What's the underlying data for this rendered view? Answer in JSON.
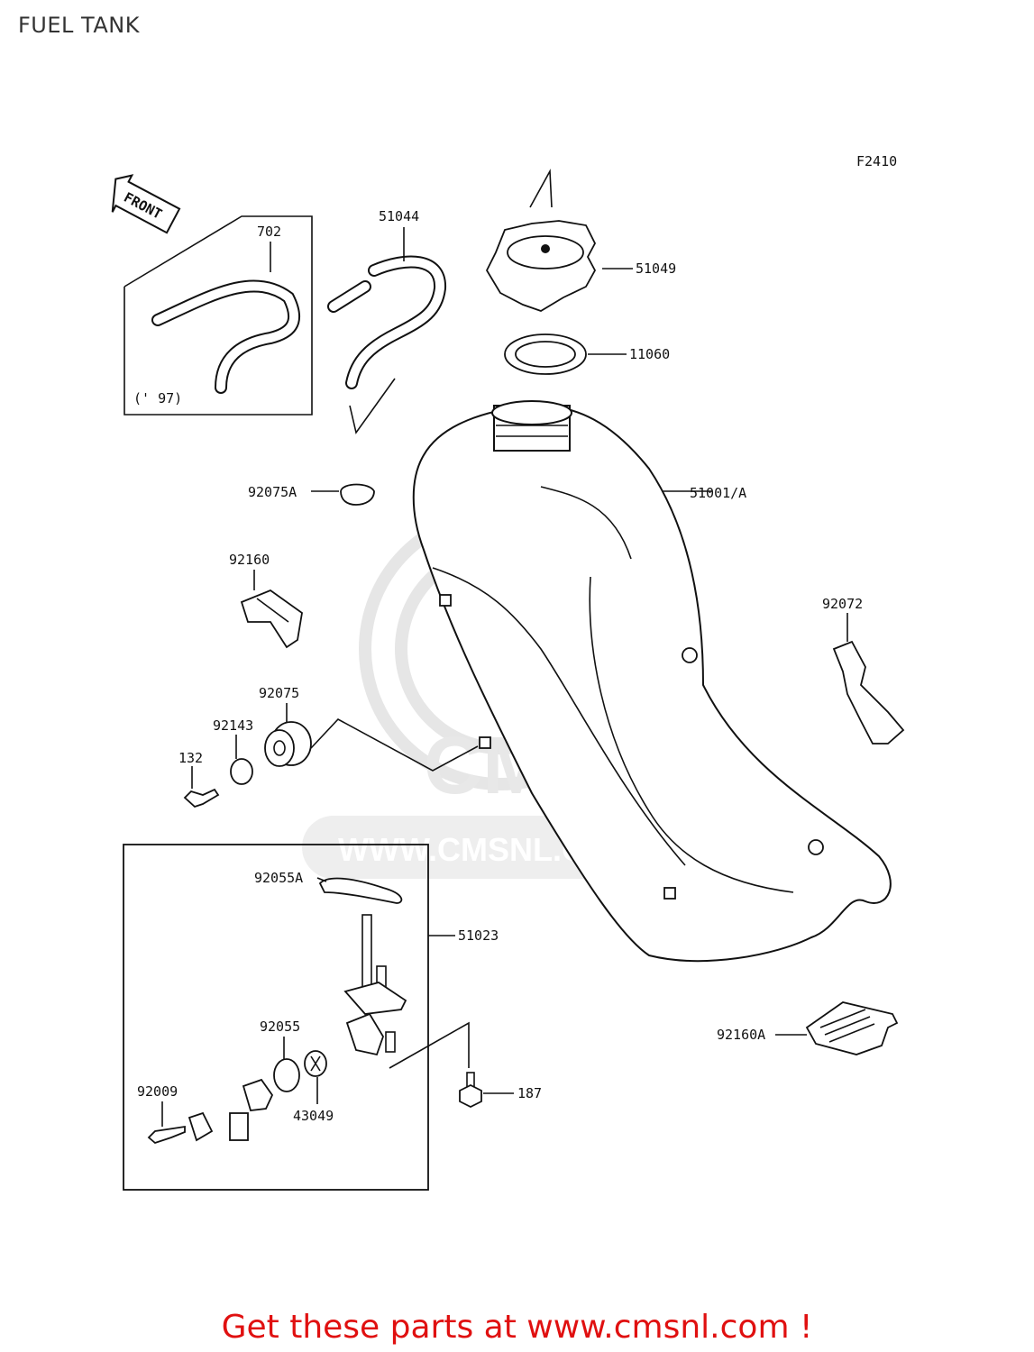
{
  "page": {
    "title": "FUEL TANK",
    "footer": "Get these parts at www.cmsnl.com !"
  },
  "diagram": {
    "figure_code": "F2410",
    "front_arrow": "FRONT",
    "year_note": "(' 97)",
    "watermark_brand": "CMS",
    "watermark_url": "WWW.CMSNL.COM",
    "part_labels": {
      "p702": "702",
      "p51044": "51044",
      "p51049": "51049",
      "p11060": "11060",
      "p92075A": "92075A",
      "p51001A": "51001/A",
      "p92160": "92160",
      "p92072": "92072",
      "p92075": "92075",
      "p92143": "92143",
      "p132": "132",
      "p92055A": "92055A",
      "p51023": "51023",
      "p92055": "92055",
      "p43049": "43049",
      "p92009": "92009",
      "p187": "187",
      "p92160A": "92160A"
    }
  },
  "colors": {
    "footer_text": "#e01010",
    "line_art": "#111111",
    "watermark": "#e6e6e6"
  }
}
